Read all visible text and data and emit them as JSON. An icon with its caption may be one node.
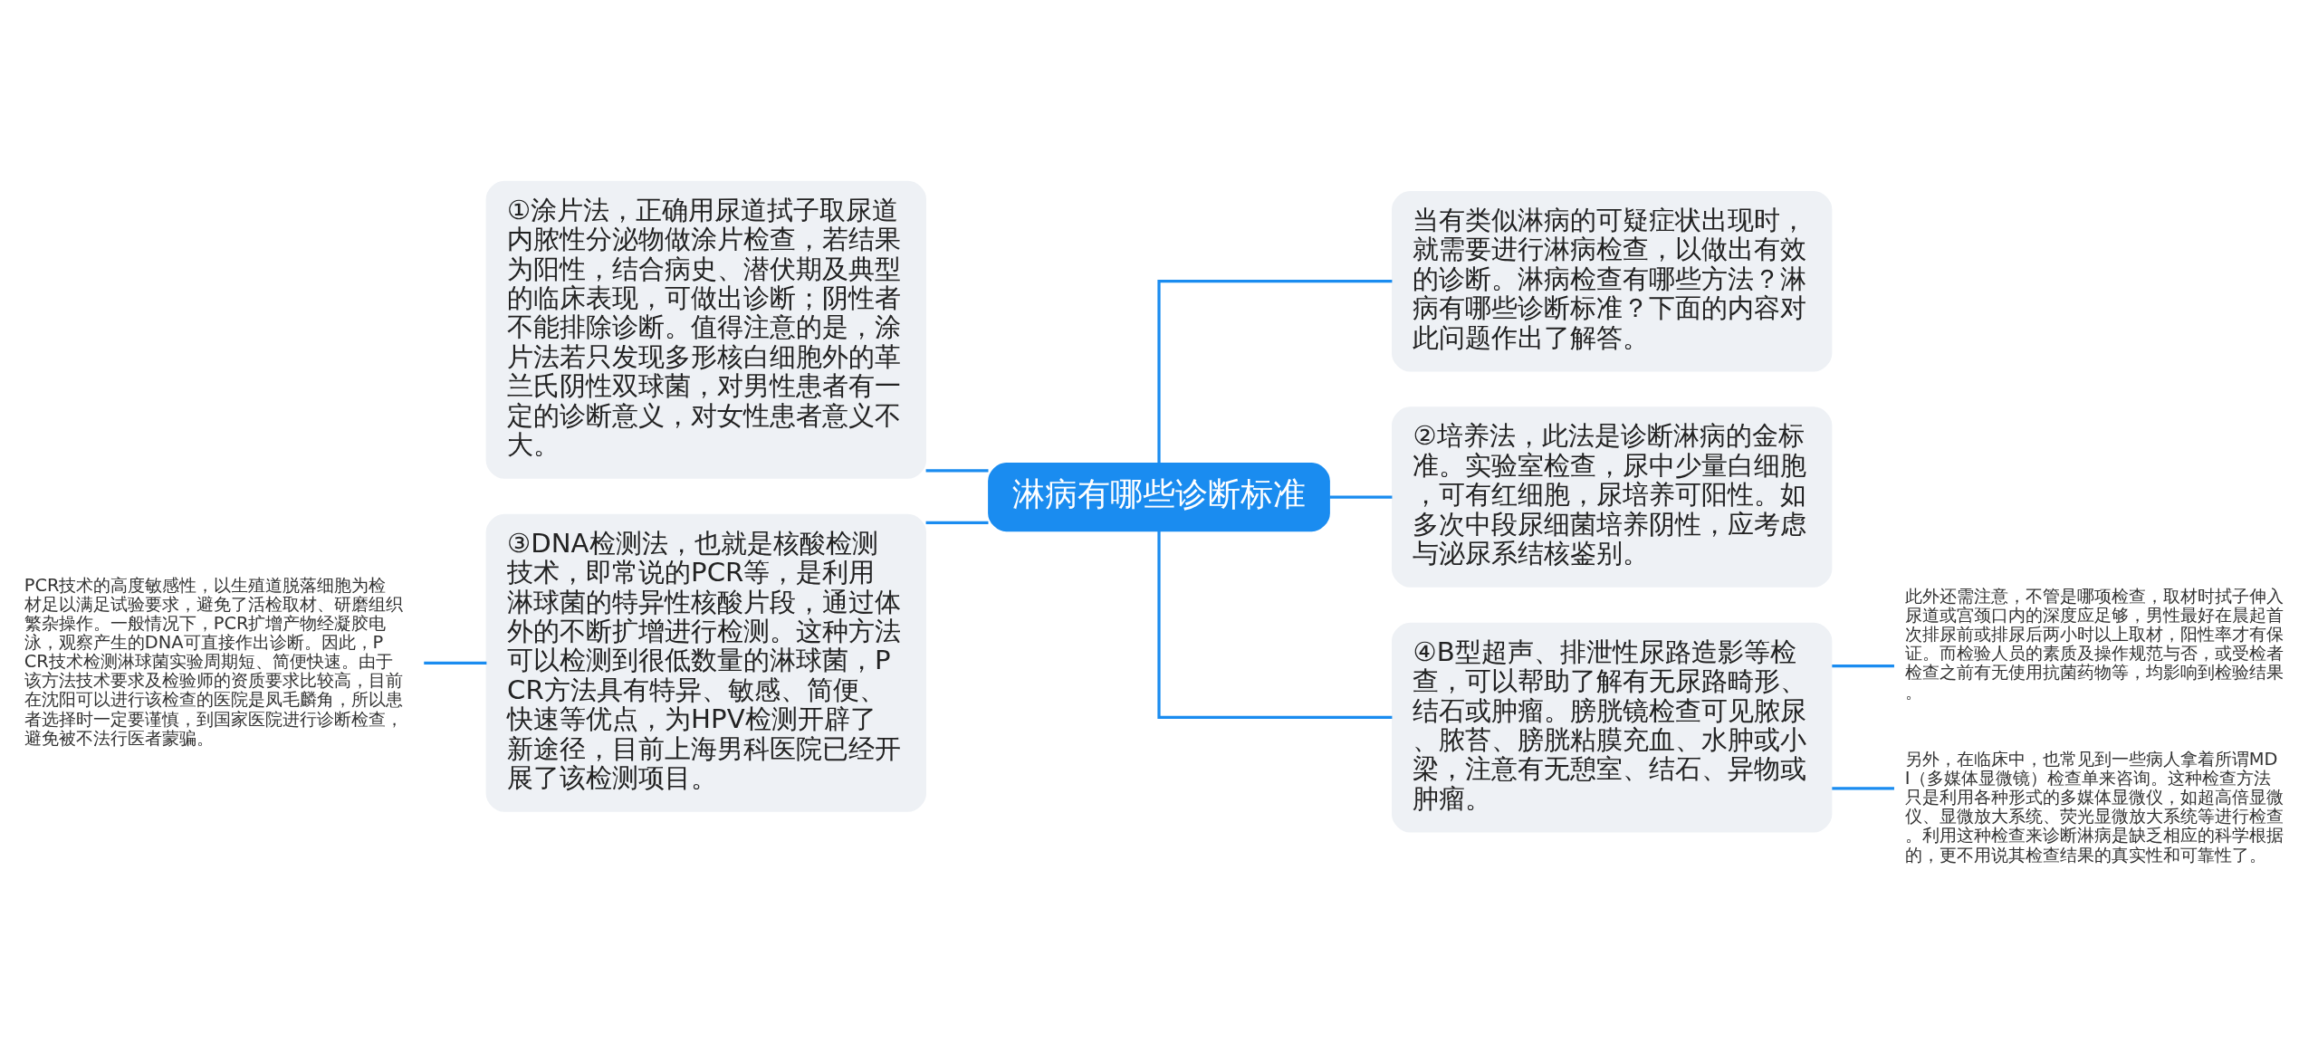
{
  "diagram": {
    "nodes": [
      {
        "text": [
          "淋病有哪些诊断标准"
        ]
      },
      {
        "text": [
          "①涂片法，正确用尿道拭子取尿道内脓性分泌物做涂片检查，若结果为阳性，结合病史、潜伏期及典型的临床表现，可做出诊断；阴性者不能排除诊断。值得注意的是，涂片法若只发现多形核白细胞外的革兰氏阴性双球菌，对男性患者有一定的诊断意义，对女性患者意义不大。"
        ]
      },
      {
        "text": [
          "③DNA检测法，也就是核酸检测技术，即常说的PCR等，是利用淋球菌的特异性核酸片段，通过体外的不断扩增进行检测。这种方法可以检测到很低数量的淋球菌，PCR方法具有特异、敏感、简便、快速等优点，为HPV检测开辟了新途径，目前上海男科医院已经开展了该检测项目。"
        ]
      },
      {
        "text": [
          "PCR技术的高度敏感性，以生殖道脱落细胞为检材足以满足试验要求，避免了活检取材、研磨组织繁杂操作。一般情况下，PCR扩增产物经凝胶电泳，观察产生的DNA可直接作出诊断。因此，PCR技术检测淋球菌实验周期短、简便快速。由于该方法技术要求及检验师的资质要求比较高，目前在沈阳可以进行该检查的医院是凤毛麟角，所以患者选择时一定要谨慎，到国家医院进行诊断检查，避免被不法行医者蒙骗。"
        ]
      },
      {
        "text": [
          "当有类似淋病的可疑症状出现时，就需要进行淋病检查，以做出有效的诊断。淋病检查有哪些方法？淋病有哪些诊断标准？下面的内容对此问题作出了解答。"
        ]
      },
      {
        "text": [
          "②培养法，此法是诊断淋病的金标准。实验室检查，尿中少量白细胞，可有红细胞，尿培养可阳性。如多次中段尿细菌培养阴性，应考虑与泌尿系结核鉴别。"
        ]
      },
      {
        "text": [
          "④B型超声、排泄性尿路造影等检查，可以帮助了解有无尿路畸形、结石或肿瘤。膀胱镜检查可见脓尿、脓苔、膀胱粘膜充血、水肿或小梁，注意有无憩室、结石、异物或肿瘤。"
        ]
      },
      {
        "text": [
          "此外还需注意，不管是哪项检查，取材时拭子伸入尿道或宫颈口内的深度应足够，男性最好在晨起首次排尿前或排尿后两小时以上取材，阳性率才有保证。而检验人员的素质及操作规范与否，或受检者检查之前有无使用抗菌药物等，均影响到检验结果。"
        ]
      },
      {
        "text": [
          "另外，在临床中，也常见到一些病人拿着所谓MDI（多媒体显微镜）检查单来咨询。这种检查方法只是利用各种形式的多媒体显微仪，如超高倍显微仪、显微放大系统、荧光显微放大系统等进行检查。利用这种检查来诊断淋病是缺乏相应的科学根据的，更不用说其检查结果的真实性和可靠性了。"
        ]
      }
    ],
    "edges": [
      {
        "from": 0,
        "to": 1,
        "arrow": "none"
      },
      {
        "from": 0,
        "to": 2,
        "arrow": "none"
      },
      {
        "from": 2,
        "to": 3,
        "arrow": "none"
      },
      {
        "from": 0,
        "to": 4,
        "arrow": "none"
      },
      {
        "from": 0,
        "to": 5,
        "arrow": "none"
      },
      {
        "from": 0,
        "to": 6,
        "arrow": "none"
      },
      {
        "from": 6,
        "to": 7,
        "arrow": "none"
      },
      {
        "from": 6,
        "to": 8,
        "arrow": "none"
      }
    ]
  }
}
